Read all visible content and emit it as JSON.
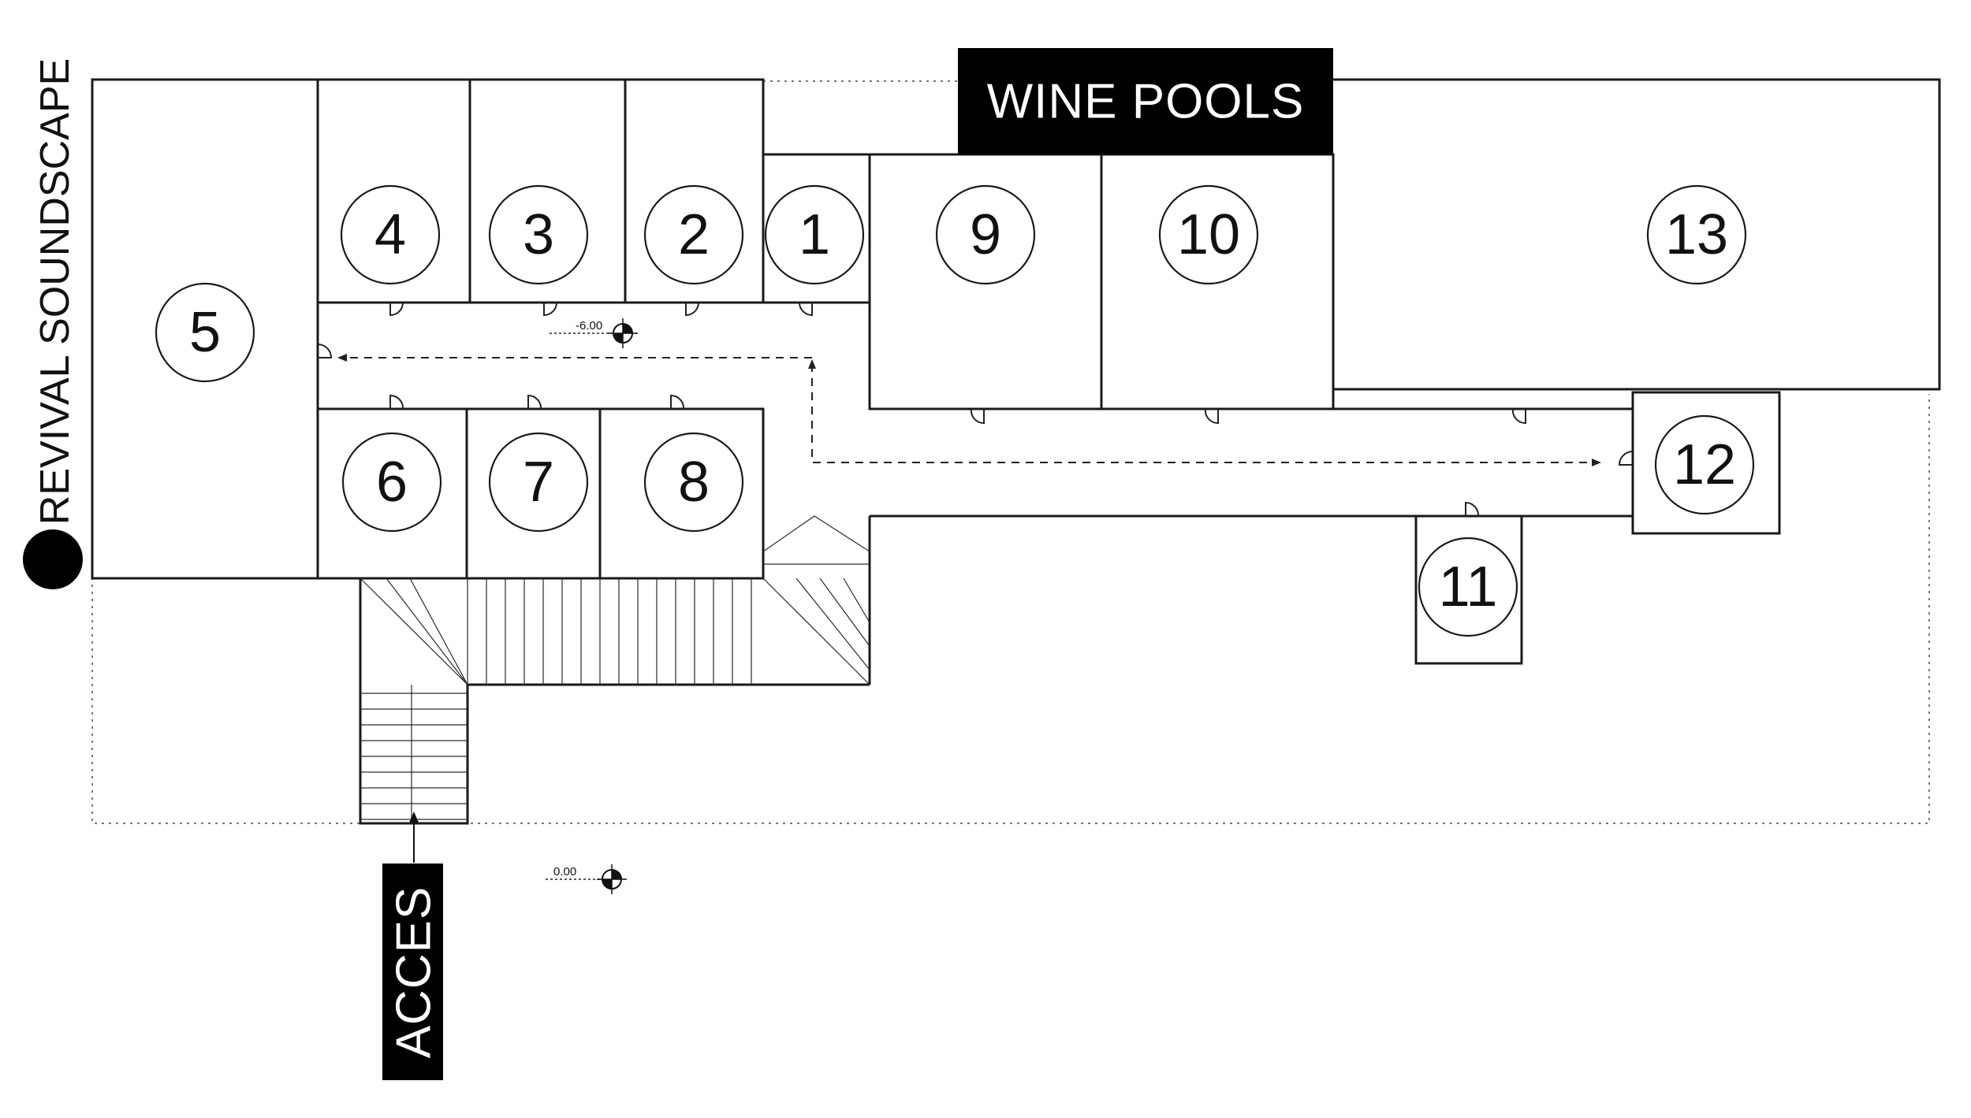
{
  "labels": {
    "wine_pools": "WINE POOLS",
    "revival": "REVIVAL SOUNDSCAPE",
    "acces": "ACCES"
  },
  "levels": {
    "upper": "-6.00",
    "ground": "0.00"
  },
  "rooms": [
    "1",
    "2",
    "3",
    "4",
    "5",
    "6",
    "7",
    "8",
    "9",
    "10",
    "11",
    "12",
    "13"
  ],
  "colors": {
    "ink": "#1a1a1a",
    "banner": "#000000",
    "background": "#ffffff"
  }
}
